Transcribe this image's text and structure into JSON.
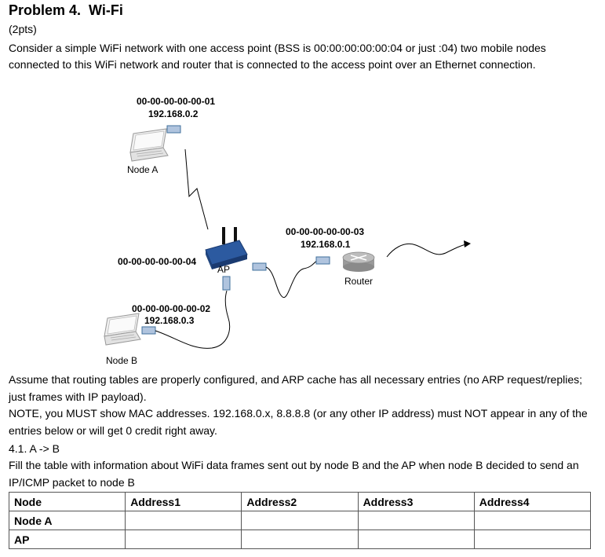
{
  "problem": {
    "title": "Problem 4.  Wi-Fi",
    "points": "(2pts)",
    "intro": "Consider a simple WiFi network with one access point  (BSS is 00:00:00:00:00:04 or just :04) two mobile nodes connected to this WiFi network and router that is connected to the access point over an Ethernet connection."
  },
  "diagram": {
    "node_a": {
      "mac": "00-00-00-00-00-01",
      "ip": "192.168.0.2",
      "label": "Node A"
    },
    "node_b": {
      "mac": "00-00-00-00-00-02",
      "ip": "192.168.0.3",
      "label": "Node B"
    },
    "ap": {
      "mac": "00-00-00-00-00-04",
      "label": "AP"
    },
    "router": {
      "mac": "00-00-00-00-00-03",
      "ip": "192.168.0.1",
      "label": "Router"
    }
  },
  "text": {
    "assume": "Assume that routing tables are properly configured, and ARP cache has all necessary entries (no ARP request/replies; just frames with IP payload).",
    "note": "NOTE, you MUST show MAC addresses. 192.168.0.x, 8.8.8.8 (or any other IP address) must NOT appear in any of the entries below or will get 0 credit right away.",
    "section": "4.1.   A -> B",
    "fill": "Fill the table with information about WiFi data frames sent out by node B and the AP when node B decided to send an IP/ICMP packet to node B"
  },
  "table": {
    "headers": [
      "Node",
      "Address1",
      "Address2",
      "Address3",
      "Address4"
    ],
    "rows": [
      [
        "Node A",
        "",
        "",
        "",
        ""
      ],
      [
        "AP",
        "",
        "",
        "",
        ""
      ]
    ]
  }
}
